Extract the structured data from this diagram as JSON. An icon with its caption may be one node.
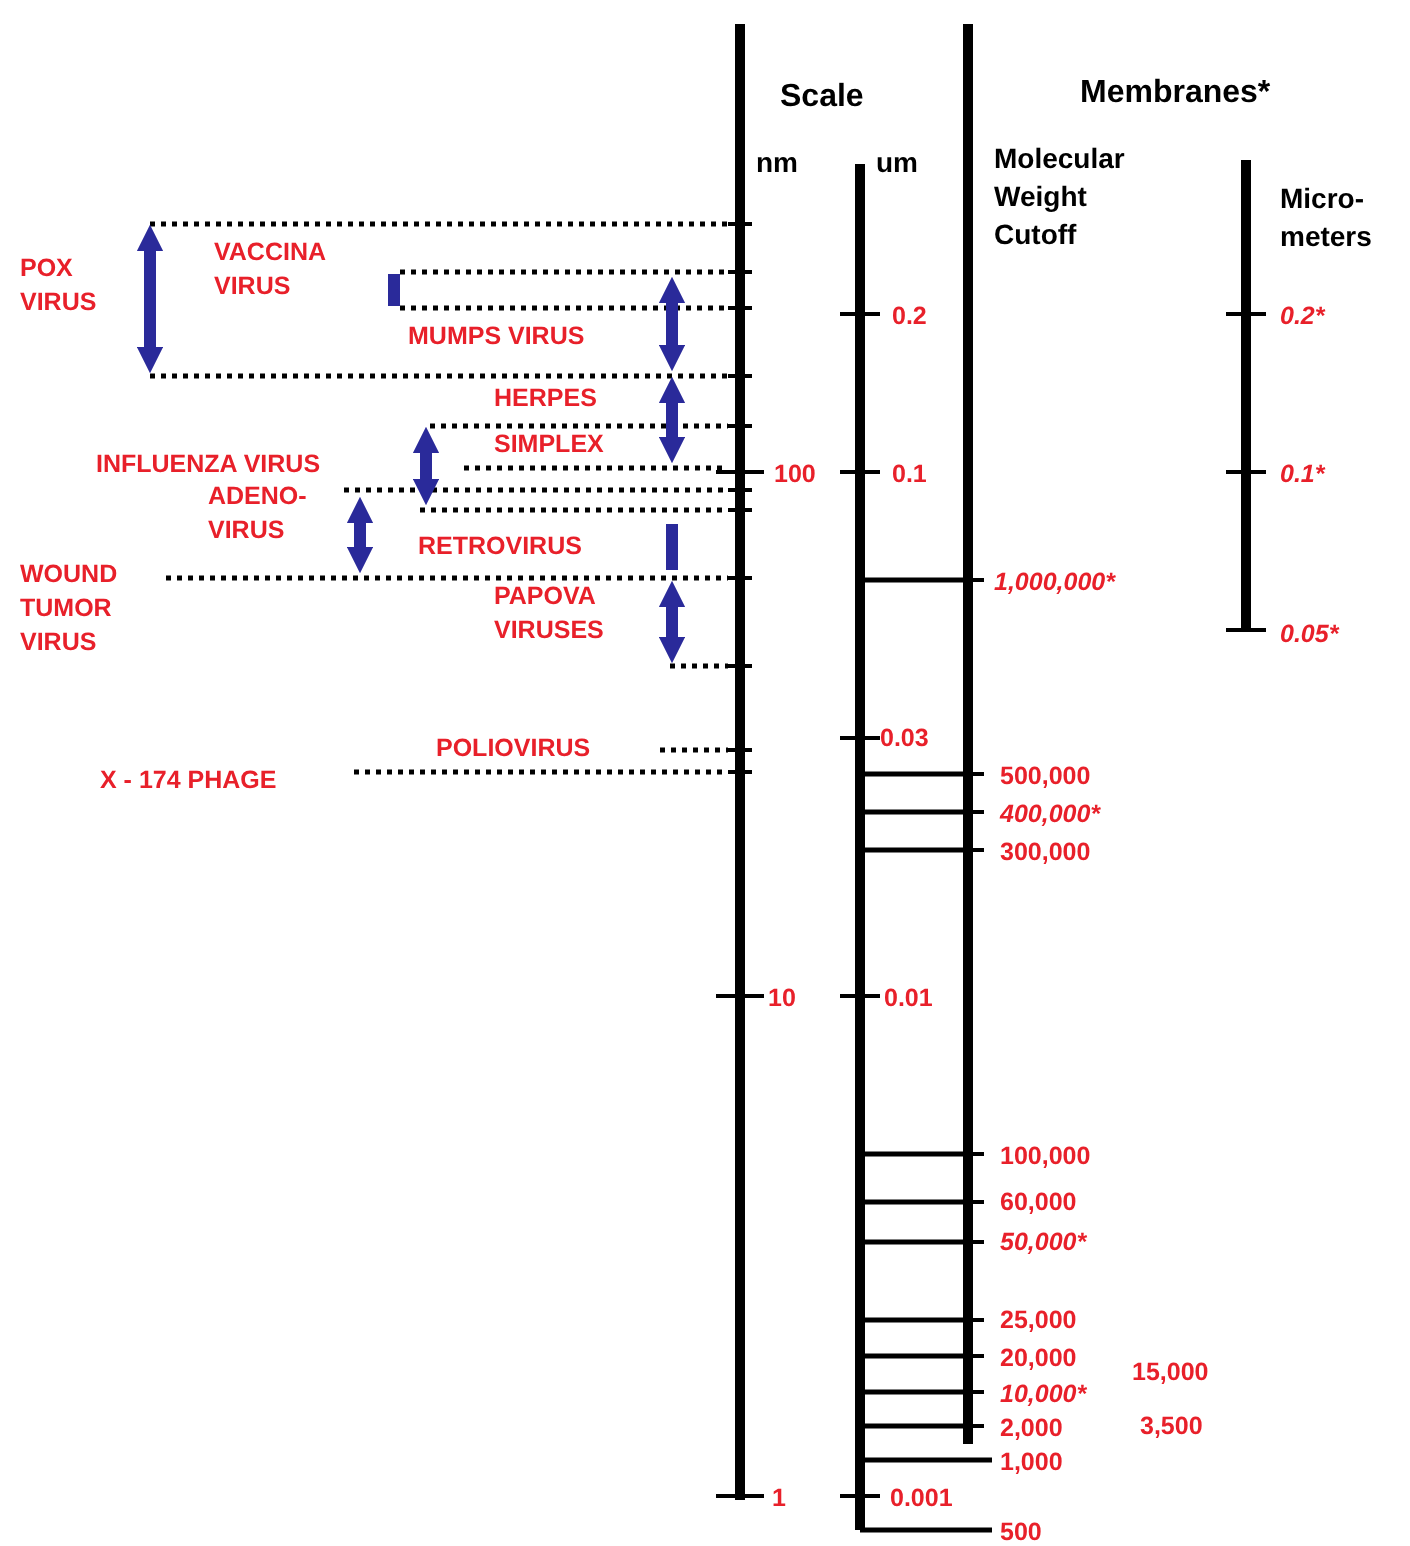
{
  "diagram": {
    "labels": [
      "Scale",
      "Membranes*",
      "nm",
      "um",
      "Molecular Weight Cutoff",
      "Micro- meters",
      "POX VIRUS",
      "VACCINA VIRUS",
      "MUMPS VIRUS",
      "0.2",
      "0.2*",
      "HERPES SIMPLEX",
      "INFLUENZA VIRUS",
      "100",
      "0.1",
      "0.1*",
      "ADENO- VIRUS",
      "RETROVIRUS",
      "WOUND TUMOR VIRUS",
      "1,000,000*",
      "PAPOVA VIRUSES",
      "0.05*",
      "POLIOVIRUS",
      "0.03",
      "X - 174 PHAGE",
      "500,000",
      "400,000*",
      "300,000",
      "10",
      "0.01",
      "100,000",
      "60,000",
      "50,000*",
      "25,000",
      "20,000",
      "15,000",
      "10,000*",
      "2,000",
      "3,500",
      "1,000",
      "1",
      "0.001",
      "500"
    ]
  }
}
